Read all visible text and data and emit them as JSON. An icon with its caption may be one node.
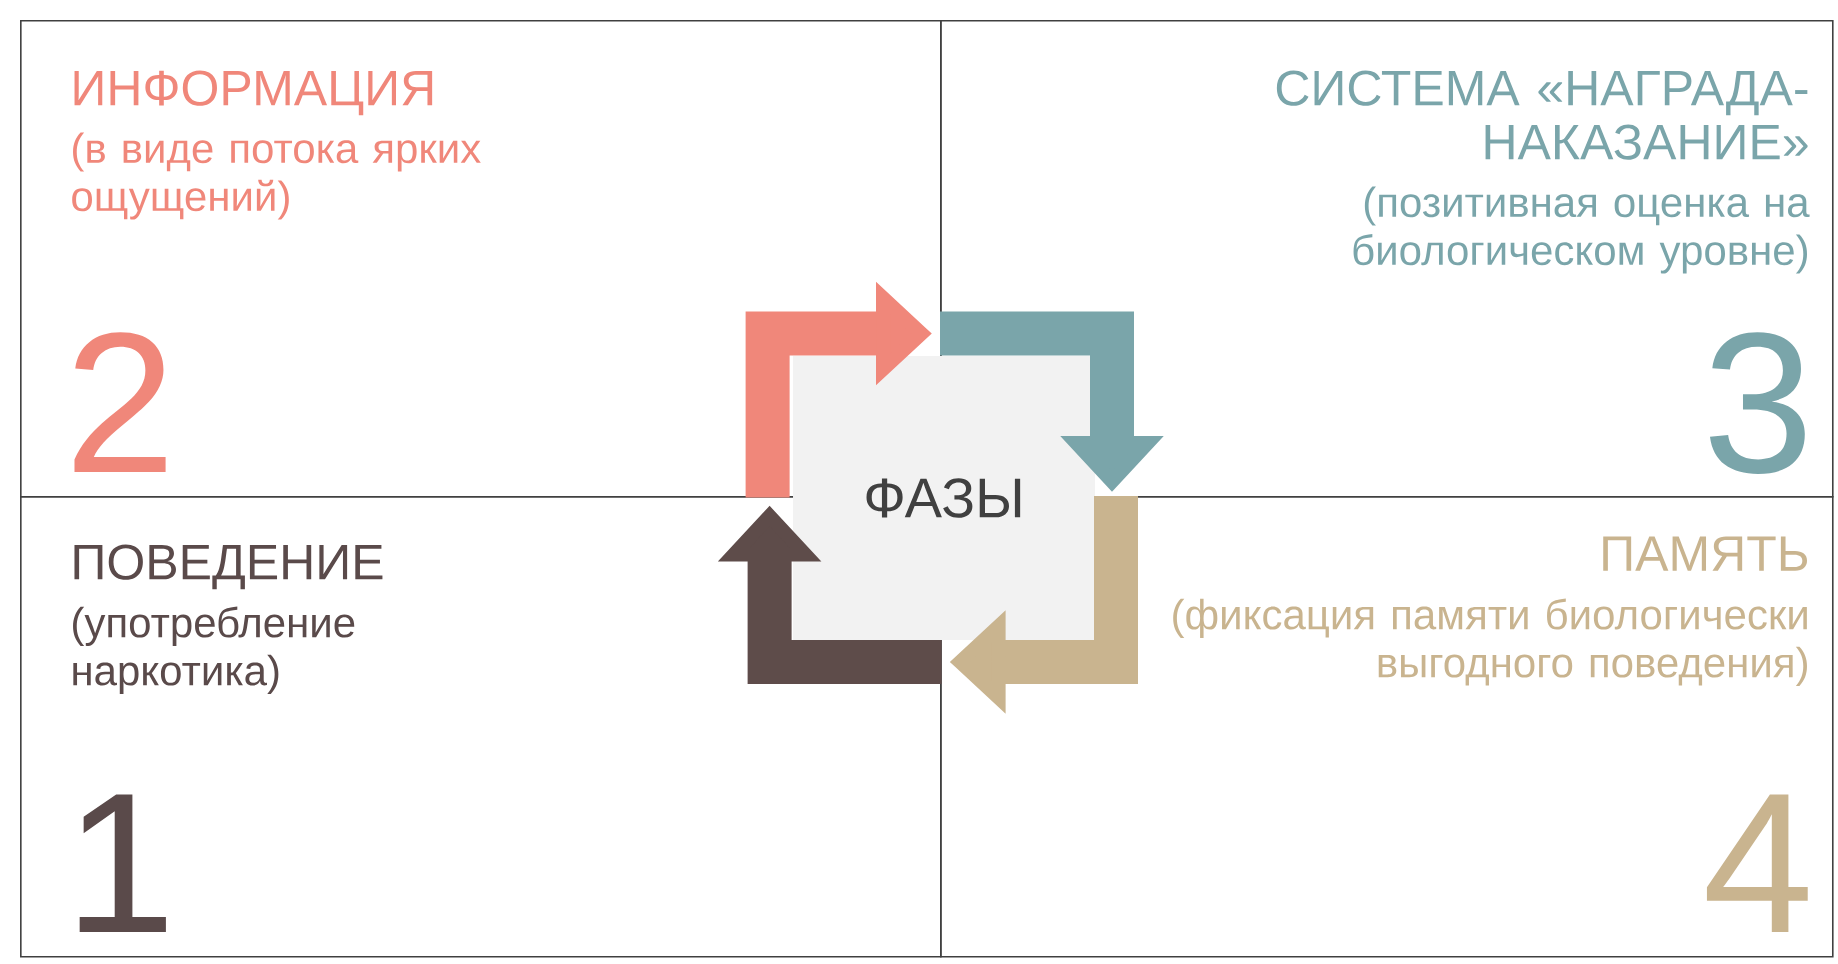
{
  "diagram": {
    "nodes": [
      {
        "text": [
          "ИНФОРМАЦИЯ",
          "(в виде потока ярких ощущений)",
          "2"
        ]
      },
      {
        "text": [
          "СИСТЕМА «НАГРАДА-НАКАЗАНИЕ»",
          "(позитивная оценка на биологическом уровне)",
          "3"
        ]
      },
      {
        "text": [
          "ПОВЕДЕНИЕ",
          "(употребление наркотика)",
          "1"
        ]
      },
      {
        "text": [
          "ПАМЯТЬ",
          "(фиксация памяти биологически выгодного поведения)",
          "4"
        ]
      },
      {
        "text": [
          "ФАЗЫ"
        ]
      }
    ],
    "edges": [
      {
        "from": 0,
        "to": 1,
        "arrow": "to",
        "color": "#f0877a"
      },
      {
        "from": 1,
        "to": 3,
        "arrow": "to",
        "color": "#7aa5aa"
      },
      {
        "from": 3,
        "to": 2,
        "arrow": "to",
        "color": "#c9b48f"
      },
      {
        "from": 2,
        "to": 0,
        "arrow": "to",
        "color": "#5e4c4a"
      }
    ]
  }
}
